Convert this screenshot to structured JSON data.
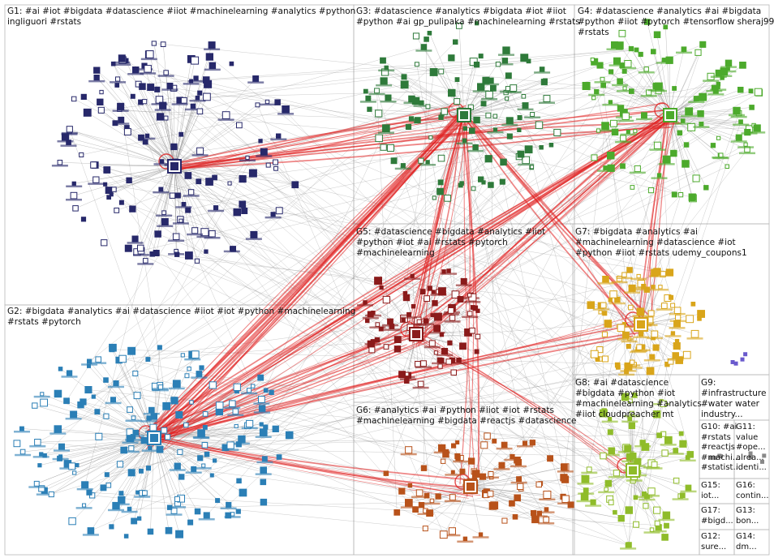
{
  "groups": [
    {
      "id": "G1",
      "lines": [
        "G1: #ai #iot #bigdata #datascience #iiot #machinelearning #analytics #python",
        "ingliguori #rstats"
      ],
      "color": "#27286a"
    },
    {
      "id": "G2",
      "lines": [
        "G2: #bigdata #analytics #ai #datascience #iiot #iot #python #machinelearning",
        "#rstats #pytorch"
      ],
      "color": "#2b7fb6"
    },
    {
      "id": "G3",
      "lines": [
        "G3: #datascience #analytics #bigdata #iot #iiot",
        "#python #ai gp_pulipaka #machinelearning #rstats"
      ],
      "color": "#2e7a3a"
    },
    {
      "id": "G4",
      "lines": [
        "G4: #datascience #analytics #ai #bigdata",
        "#python #iiot #pytorch #tensorflow sheraj99",
        "#rstats"
      ],
      "color": "#4caa2c"
    },
    {
      "id": "G5",
      "lines": [
        "G5: #datascience #bigdata #analytics #iiot",
        "#python #iot #ai #rstats #pytorch",
        "#machinelearning"
      ],
      "color": "#8a1a1a"
    },
    {
      "id": "G6",
      "lines": [
        "G6: #analytics #ai #python #iiot #iot #rstats",
        "#machinelearning #bigdata #reactjs #datascience"
      ],
      "color": "#b8521a"
    },
    {
      "id": "G7",
      "lines": [
        "G7: #bigdata #analytics #ai",
        "#machinelearning #datascience #iot",
        "#python #iiot #rstats udemy_coupons1"
      ],
      "color": "#d9a51a"
    },
    {
      "id": "G8",
      "lines": [
        "G8: #ai #datascience",
        "#bigdata #python #iot",
        "#machinelearning #analytics",
        "#iiot cloudpreacher mt"
      ],
      "color": "#8fbc2a"
    },
    {
      "id": "G9",
      "lines": [
        "G9:",
        "#infrastructure",
        "#water water",
        "industry..."
      ],
      "color": "#6a5acd"
    },
    {
      "id": "G10",
      "lines": [
        "G10: #ai",
        "#rstats",
        "#reactjs",
        "#machi...",
        "#statist..."
      ],
      "color": "#888888"
    },
    {
      "id": "G11",
      "lines": [
        "G11:",
        "value",
        "#ope...",
        "alrea...",
        "identi..."
      ],
      "color": "#888888"
    },
    {
      "id": "G15",
      "lines": [
        "G15:",
        "iot..."
      ],
      "color": "#888888"
    },
    {
      "id": "G16",
      "lines": [
        "G16:",
        "contin..."
      ],
      "color": "#888888"
    },
    {
      "id": "G17",
      "lines": [
        "G17:",
        "#bigd..."
      ],
      "color": "#888888"
    },
    {
      "id": "G13",
      "lines": [
        "G13:",
        "bon..."
      ],
      "color": "#888888"
    },
    {
      "id": "G12",
      "lines": [
        "G12:",
        "sure..."
      ],
      "color": "#888888"
    },
    {
      "id": "G14",
      "lines": [
        "G14:",
        "dm..."
      ],
      "color": "#888888"
    }
  ],
  "colors": {
    "edge": "#8c8c8c",
    "edge_between": "#e02020",
    "border": "#b8b8b8",
    "background": "#ffffff"
  }
}
